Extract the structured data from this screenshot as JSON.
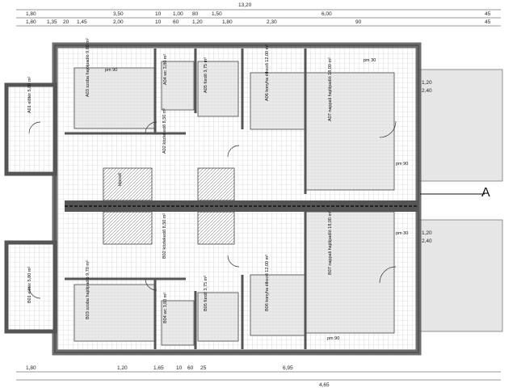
{
  "plan": {
    "section_marker": "A",
    "top_dim_total": "13,20",
    "top_dims_row1": [
      "1,80",
      "3,50",
      "10",
      "1,00",
      "80",
      "1,50",
      "6,00",
      "45"
    ],
    "top_dims_row2": [
      "1,80",
      "1,35",
      "20",
      "1,45",
      "2,00",
      "10",
      "60",
      "1,20",
      "1,80",
      "2,30",
      "90",
      "45"
    ],
    "bottom_dims_row1": [
      "1,80",
      "1,20",
      "1,65",
      "10",
      "60",
      "25",
      "6,95"
    ],
    "bottom_dims_row2": [
      "4,65"
    ],
    "upper_unit": {
      "rooms": [
        {
          "label": "A03 szoba hajólpadló 9,80 m²"
        },
        {
          "label": "A04 wc 3,80 m²"
        },
        {
          "label": "A05 fürdő 3,75 m²"
        },
        {
          "label": "A06 konyha étkező 12,00 m²"
        },
        {
          "label": "A07 nappali hajólpadló 18,00 m²"
        },
        {
          "label": "A01 előtér 5,80 m²"
        },
        {
          "label": "A02 közlekedő 8,50 m²"
        },
        {
          "label": "lépcső"
        }
      ]
    },
    "lower_unit": {
      "rooms": [
        {
          "label": "B03 szoba hajólpadló 9,70 m²"
        },
        {
          "label": "B04 wc 3,80 m²"
        },
        {
          "label": "B05 fürdő 3,75 m²"
        },
        {
          "label": "B06 konyha étkező 12,00 m²"
        },
        {
          "label": "B07 nappali hajólpadló 18,00 m²"
        },
        {
          "label": "B01 előtér 5,80 m²"
        },
        {
          "label": "B02 közlekedő 8,50 m²"
        }
      ]
    },
    "terrace_dims": {
      "width": "1,20",
      "height": "2,40"
    },
    "window_tags": [
      "pm 90",
      "pm 90",
      "pm 30",
      "pm 30",
      "pm 90"
    ]
  }
}
